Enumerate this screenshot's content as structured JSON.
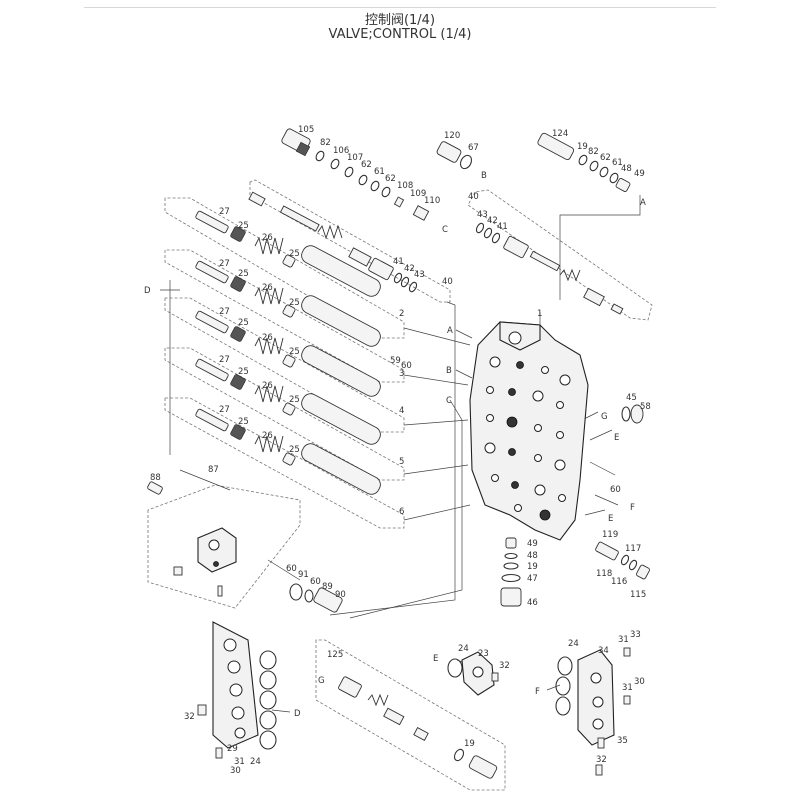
{
  "header": {
    "title_cn": "控制阀(1/4)",
    "title_en": "VALVE;CONTROL (1/4)"
  },
  "diagram": {
    "labels": [
      {
        "id": "l105",
        "text": "105"
      },
      {
        "id": "l82a",
        "text": "82"
      },
      {
        "id": "l106",
        "text": "106"
      },
      {
        "id": "l107",
        "text": "107"
      },
      {
        "id": "l62a",
        "text": "62"
      },
      {
        "id": "l61a",
        "text": "61"
      },
      {
        "id": "l62b",
        "text": "62"
      },
      {
        "id": "l108",
        "text": "108"
      },
      {
        "id": "l109",
        "text": "109"
      },
      {
        "id": "l110",
        "text": "110"
      },
      {
        "id": "lC1",
        "text": "C"
      },
      {
        "id": "l120",
        "text": "120"
      },
      {
        "id": "l67",
        "text": "67"
      },
      {
        "id": "lB1",
        "text": "B"
      },
      {
        "id": "l124",
        "text": "124"
      },
      {
        "id": "l19a",
        "text": "19"
      },
      {
        "id": "l82b",
        "text": "82"
      },
      {
        "id": "l62c",
        "text": "62"
      },
      {
        "id": "l61b",
        "text": "61"
      },
      {
        "id": "l48a",
        "text": "48"
      },
      {
        "id": "l49a",
        "text": "49"
      },
      {
        "id": "lA1",
        "text": "A"
      },
      {
        "id": "l40a",
        "text": "40"
      },
      {
        "id": "l43a",
        "text": "43"
      },
      {
        "id": "l42a",
        "text": "42"
      },
      {
        "id": "l41a",
        "text": "41"
      },
      {
        "id": "l27a",
        "text": "27"
      },
      {
        "id": "l25a",
        "text": "25"
      },
      {
        "id": "l26a",
        "text": "26"
      },
      {
        "id": "l25b",
        "text": "25"
      },
      {
        "id": "l41b",
        "text": "41"
      },
      {
        "id": "l42b",
        "text": "42"
      },
      {
        "id": "l43b",
        "text": "43"
      },
      {
        "id": "l40b",
        "text": "40"
      },
      {
        "id": "l27b",
        "text": "27"
      },
      {
        "id": "l25c",
        "text": "25"
      },
      {
        "id": "l26b",
        "text": "26"
      },
      {
        "id": "l25d",
        "text": "25"
      },
      {
        "id": "lD1",
        "text": "D"
      },
      {
        "id": "l2",
        "text": "2"
      },
      {
        "id": "l1",
        "text": "1"
      },
      {
        "id": "lA2",
        "text": "A"
      },
      {
        "id": "l27c",
        "text": "27"
      },
      {
        "id": "l25e",
        "text": "25"
      },
      {
        "id": "l26c",
        "text": "26"
      },
      {
        "id": "l25f",
        "text": "25"
      },
      {
        "id": "l59",
        "text": "59"
      },
      {
        "id": "l60a",
        "text": "60"
      },
      {
        "id": "l3",
        "text": "3"
      },
      {
        "id": "lB2",
        "text": "B"
      },
      {
        "id": "l27d",
        "text": "27"
      },
      {
        "id": "l25g",
        "text": "25"
      },
      {
        "id": "l26d",
        "text": "26"
      },
      {
        "id": "l25h",
        "text": "25"
      },
      {
        "id": "l4",
        "text": "4"
      },
      {
        "id": "lC2",
        "text": "C"
      },
      {
        "id": "l27e",
        "text": "27"
      },
      {
        "id": "l25i",
        "text": "25"
      },
      {
        "id": "l26e",
        "text": "26"
      },
      {
        "id": "l25j",
        "text": "25"
      },
      {
        "id": "l5",
        "text": "5"
      },
      {
        "id": "l6",
        "text": "6"
      },
      {
        "id": "l45",
        "text": "45"
      },
      {
        "id": "l58",
        "text": "58"
      },
      {
        "id": "lG1",
        "text": "G"
      },
      {
        "id": "lE1",
        "text": "E"
      },
      {
        "id": "l60b",
        "text": "60"
      },
      {
        "id": "lF1",
        "text": "F"
      },
      {
        "id": "lE2",
        "text": "E"
      },
      {
        "id": "l88",
        "text": "88"
      },
      {
        "id": "l87",
        "text": "87"
      },
      {
        "id": "l49b",
        "text": "49"
      },
      {
        "id": "l48b",
        "text": "48"
      },
      {
        "id": "l19b",
        "text": "19"
      },
      {
        "id": "l47",
        "text": "47"
      },
      {
        "id": "l46",
        "text": "46"
      },
      {
        "id": "l119",
        "text": "119"
      },
      {
        "id": "l117",
        "text": "117"
      },
      {
        "id": "l118",
        "text": "118"
      },
      {
        "id": "l116",
        "text": "116"
      },
      {
        "id": "l115",
        "text": "115"
      },
      {
        "id": "l60c",
        "text": "60"
      },
      {
        "id": "l91",
        "text": "91"
      },
      {
        "id": "l60d",
        "text": "60"
      },
      {
        "id": "l89",
        "text": "89"
      },
      {
        "id": "l90",
        "text": "90"
      },
      {
        "id": "l125",
        "text": "125"
      },
      {
        "id": "lG2",
        "text": "G"
      },
      {
        "id": "l19c",
        "text": "19"
      },
      {
        "id": "l24a",
        "text": "24"
      },
      {
        "id": "l23",
        "text": "23"
      },
      {
        "id": "lE3",
        "text": "E"
      },
      {
        "id": "l32a",
        "text": "32"
      },
      {
        "id": "l24b",
        "text": "24"
      },
      {
        "id": "l31a",
        "text": "31"
      },
      {
        "id": "l33",
        "text": "33"
      },
      {
        "id": "l34",
        "text": "34"
      },
      {
        "id": "lF2",
        "text": "F"
      },
      {
        "id": "l31b",
        "text": "31"
      },
      {
        "id": "l30a",
        "text": "30"
      },
      {
        "id": "l35",
        "text": "35"
      },
      {
        "id": "l32b",
        "text": "32"
      },
      {
        "id": "l32c",
        "text": "32"
      },
      {
        "id": "lD2",
        "text": "D"
      },
      {
        "id": "l29",
        "text": "29"
      },
      {
        "id": "l31c",
        "text": "31"
      },
      {
        "id": "l30b",
        "text": "30"
      },
      {
        "id": "l24c",
        "text": "24"
      }
    ]
  }
}
